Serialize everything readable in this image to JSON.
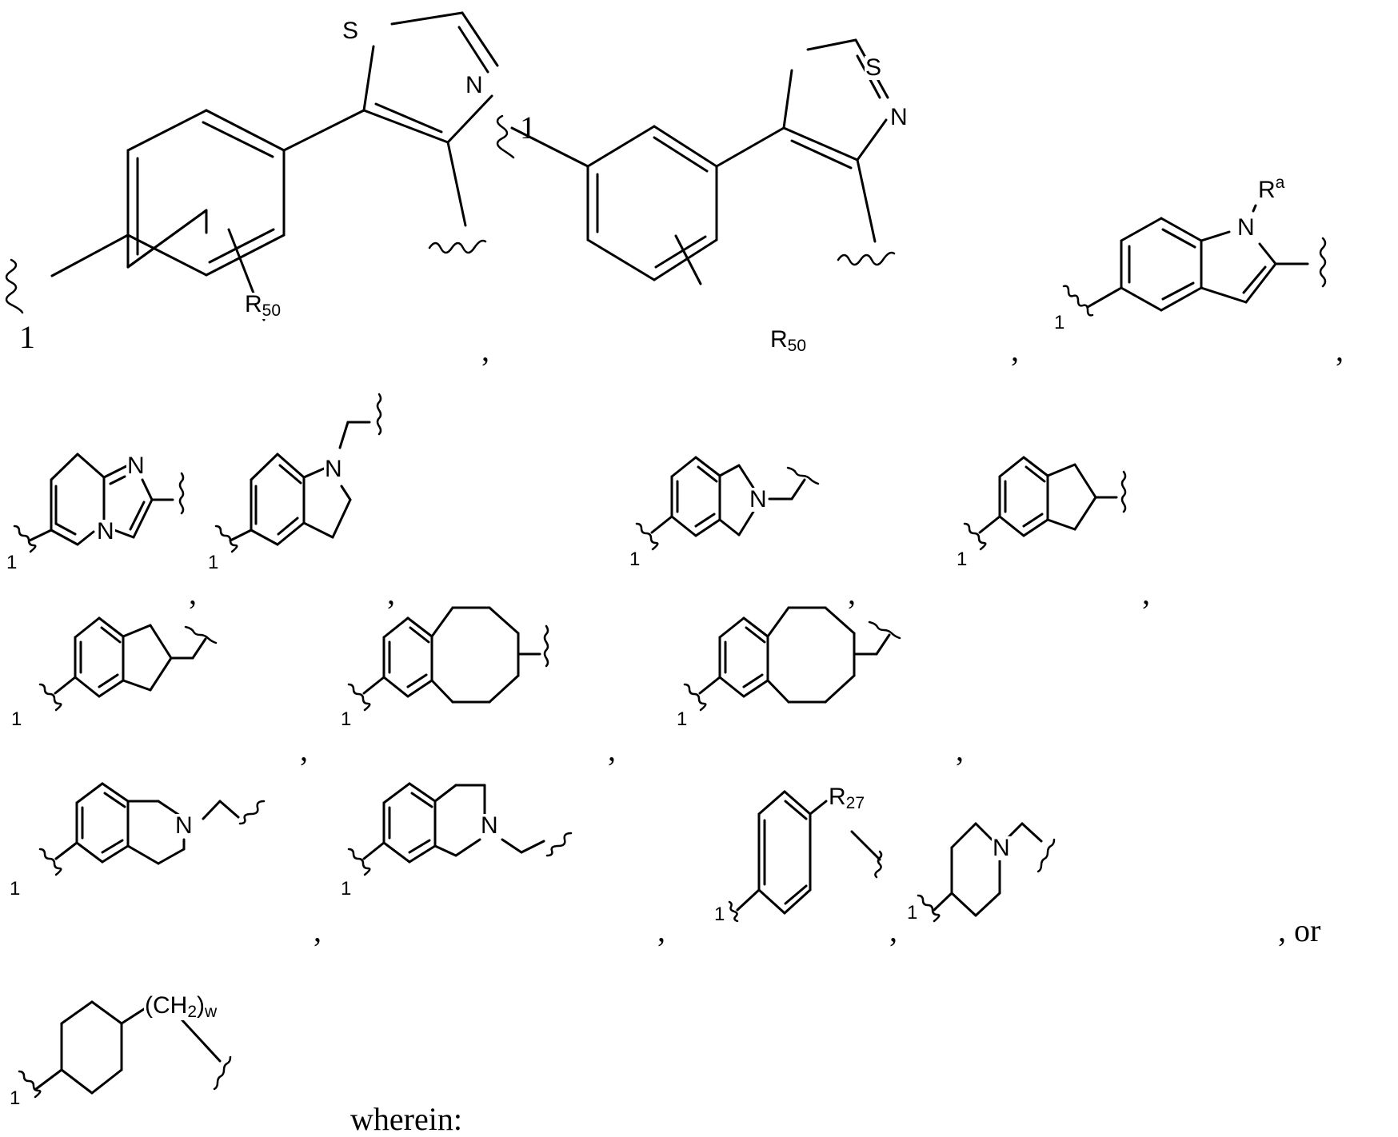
{
  "document": {
    "type": "patent-chemical-structures",
    "structures": [
      {
        "id": "s1",
        "name": "4-(thiazol-5-yl)phenyl",
        "atoms": [
          "S",
          "N"
        ],
        "substituent": "R50",
        "attach_label": "1"
      },
      {
        "id": "s2",
        "name": "3-(thiazol-5-yl)phenyl",
        "atoms": [
          "S",
          "N"
        ],
        "substituent": "R50",
        "attach_label": "1"
      },
      {
        "id": "s3",
        "name": "N-Ra-indol-2-yl-5-yl",
        "atoms": [
          "N"
        ],
        "substituent": "Ra",
        "attach_label": "1"
      },
      {
        "id": "s4",
        "name": "imidazo[1,2-a]pyridine",
        "atoms": [
          "N",
          "N"
        ],
        "attach_label": "1"
      },
      {
        "id": "s5",
        "name": "indoline-N-methyl",
        "atoms": [
          "N"
        ],
        "attach_label": "1"
      },
      {
        "id": "s6",
        "name": "isoindoline-N-methyl",
        "atoms": [
          "N"
        ],
        "attach_label": "1"
      },
      {
        "id": "s7",
        "name": "indan-2-yl",
        "attach_label": "1"
      },
      {
        "id": "s8",
        "name": "indan-2-ylmethyl",
        "attach_label": "1"
      },
      {
        "id": "s9",
        "name": "benzocycloheptene-7-yl",
        "attach_label": "1"
      },
      {
        "id": "s10",
        "name": "benzocycloheptene-7-ylmethyl",
        "attach_label": "1"
      },
      {
        "id": "s11",
        "name": "tetrahydroisoquinoline-6-yl-N-methyl",
        "atoms": [
          "N"
        ],
        "attach_label": "1"
      },
      {
        "id": "s12",
        "name": "tetrahydroisoquinoline-7-yl-N-methyl",
        "atoms": [
          "N"
        ],
        "attach_label": "1"
      },
      {
        "id": "s13",
        "name": "phenyl-R27",
        "substituent": "R27",
        "attach_label": "1"
      },
      {
        "id": "s14",
        "name": "piperidin-4-yl-N-methyl",
        "atoms": [
          "N"
        ],
        "attach_label": "1"
      },
      {
        "id": "s15",
        "name": "cyclohexyl-(CH2)w",
        "substituent": "(CH2)w",
        "attach_label": "1"
      }
    ],
    "labels": {
      "S": "S",
      "N": "N",
      "R": "R",
      "sub_50": "50",
      "sup_a": "a",
      "sub_27": "27",
      "ch2_open": "(CH",
      "sub_2": "2",
      "ch2_close": ")",
      "sub_w": "w",
      "one": "1"
    },
    "separators": {
      "comma": ",",
      "or": ", or"
    },
    "trailing_text": "wherein:"
  }
}
